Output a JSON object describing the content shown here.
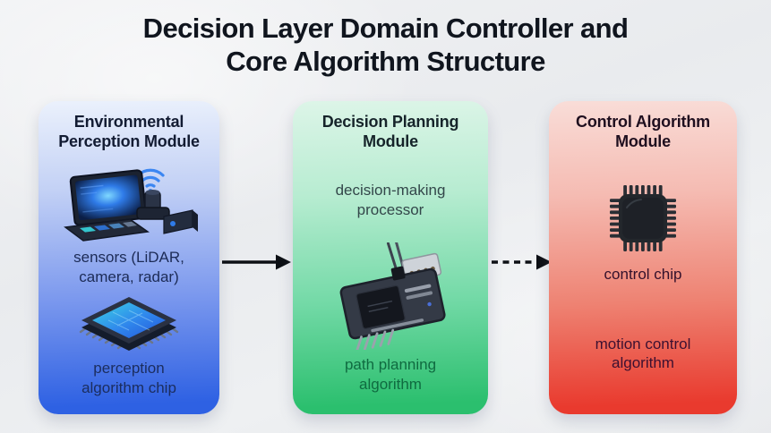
{
  "title": {
    "line1": "Decision Layer Domain Controller and",
    "line2": "Core Algorithm Structure"
  },
  "modules": [
    {
      "id": "environmental-perception-module",
      "header": "Environmental Perception Module",
      "icon_names": [
        "sensors-illustration",
        "perception-chip-icon"
      ],
      "labels": {
        "sensors": "sensors (LiDAR, camera, radar)",
        "chip": "perception algorithm chip"
      },
      "colors": {
        "gradient_top": "#ebf1fc",
        "gradient_bottom": "#2e61e3",
        "header_text": "#131c33",
        "body_text": "#1b2d5e"
      }
    },
    {
      "id": "decision-planning-module",
      "header": "Decision Planning Module",
      "icon_names": [
        "pcb-illustration"
      ],
      "labels": {
        "processor": "decision-making processor",
        "algorithm": "path planning algorithm"
      },
      "colors": {
        "gradient_top": "#ddf5e8",
        "gradient_bottom": "#2bbf6e",
        "header_text": "#16242a",
        "processor_text": "#33474a",
        "algorithm_text": "#0f6b40"
      }
    },
    {
      "id": "control-algorithm-module",
      "header": "Control Algorithm Module",
      "icon_names": [
        "control-chip-icon"
      ],
      "labels": {
        "chip": "control chip",
        "algorithm": "motion control algorithm"
      },
      "colors": {
        "gradient_top": "#f9ddd8",
        "gradient_bottom": "#e93a2e",
        "header_text": "#1f0f1f",
        "body_text": "#3c1030"
      }
    }
  ],
  "connectors": [
    {
      "style": "solid",
      "direction": "right",
      "color": "#0c0f14"
    },
    {
      "style": "dashed",
      "direction": "right",
      "color": "#0c0f14"
    }
  ]
}
